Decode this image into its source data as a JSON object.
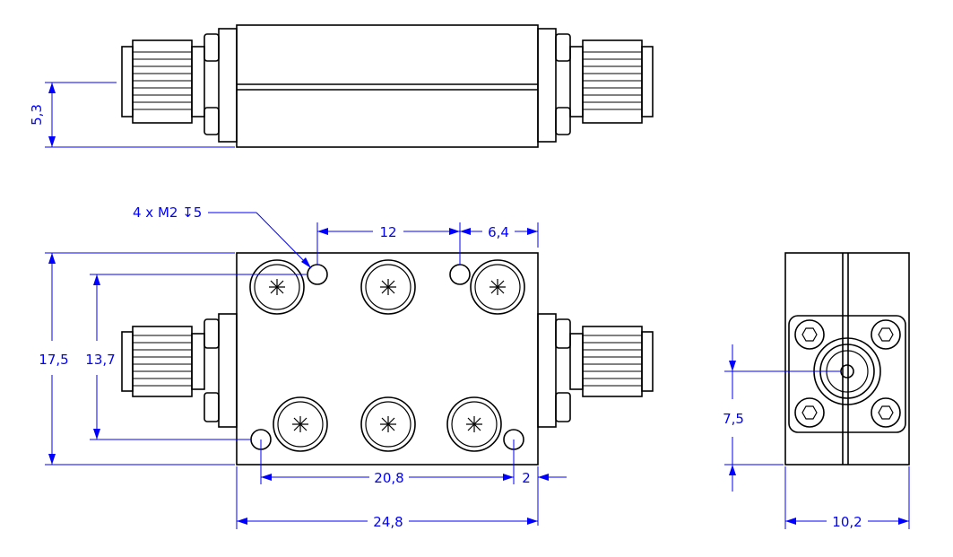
{
  "dimensions": {
    "top_height": "5,3",
    "hole_callout": "4 x M2 ↧5",
    "hole_spacing": "12",
    "hole_offset": "6,4",
    "body_height": "17,5",
    "hole_pitch_vertical": "13,7",
    "hole_pitch_horizontal": "20,8",
    "edge_offset": "2",
    "body_length": "24,8",
    "connector_height": "7,5",
    "body_width": "10,2"
  },
  "colors": {
    "outline": "#000000",
    "dimension": "#0000ff",
    "background": "#ffffff"
  }
}
